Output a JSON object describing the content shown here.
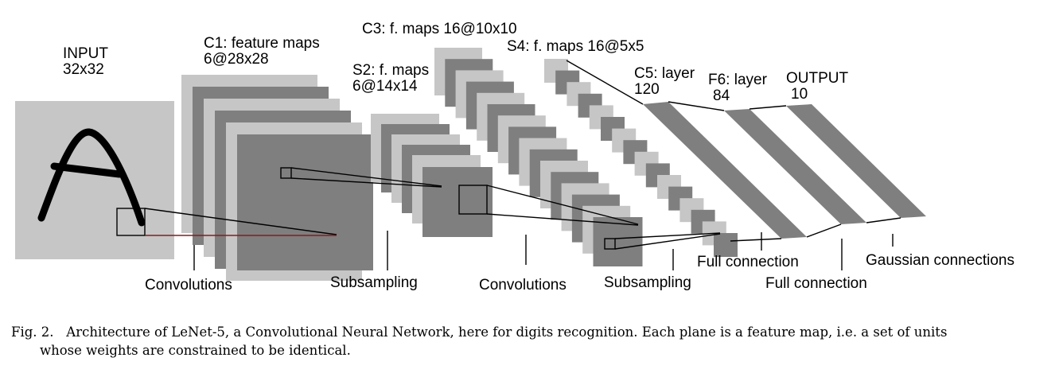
{
  "labels": {
    "input_title": "INPUT",
    "input_size": "32x32",
    "c1_title": "C1: feature maps",
    "c1_size": "6@28x28",
    "s2_title": "S2: f. maps",
    "s2_size": "6@14x14",
    "c3_label": "C3: f. maps 16@10x10",
    "s4_label": "S4: f. maps 16@5x5",
    "c5_title": "C5: layer",
    "c5_size": "120",
    "f6_title": "F6: layer",
    "f6_size": "84",
    "output_title": "OUTPUT",
    "output_size": "10"
  },
  "operations": {
    "conv1": "Convolutions",
    "subsample1": "Subsampling",
    "conv2": "Convolutions",
    "subsample2": "Subsampling",
    "full1": "Full connection",
    "full2": "Full connection",
    "gaussian": "Gaussian connections"
  },
  "caption": {
    "figure_label": "Fig. 2.",
    "line1": "Architecture of LeNet-5, a Convolutional Neural Network, here for digits recognition. Each plane is a feature map, i.e. a set of units",
    "line2": "whose weights are constrained to be identical."
  },
  "colors": {
    "light_plane": "#c6c6c6",
    "dark_plane": "#7f7f7f",
    "line": "#000000"
  }
}
